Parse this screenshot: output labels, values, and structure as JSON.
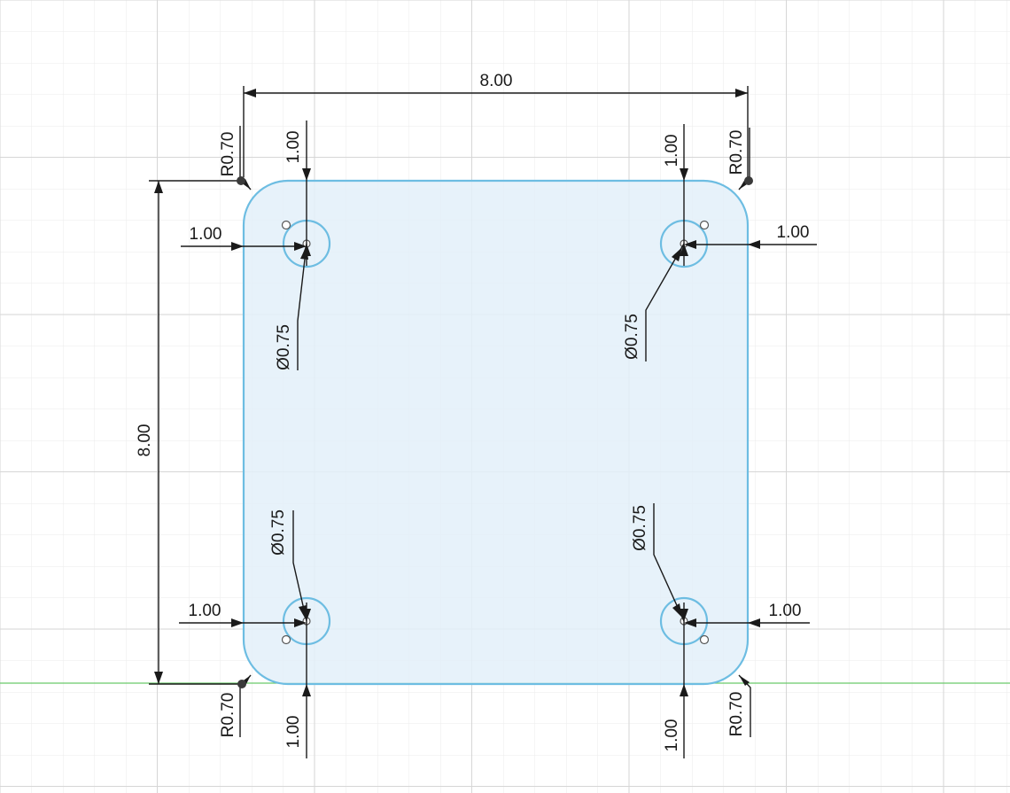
{
  "colors": {
    "grid_minor": "#ebebeb",
    "grid_major": "#d6d6d6",
    "profile_fill": "#e3f0f9",
    "profile_stroke": "#6dbde2",
    "origin_axis": "#6ac96a",
    "dimension": "#1a1a1a",
    "fixed_point": "#3a3a3a"
  },
  "dimensions": {
    "overall_width": "8.00",
    "overall_height": "8.00",
    "corner_radius_tl": "R0.70",
    "corner_radius_tr": "R0.70",
    "corner_radius_bl": "R0.70",
    "corner_radius_br": "R0.70",
    "hole_tl_offset_x": "1.00",
    "hole_tl_offset_y": "1.00",
    "hole_tr_offset_x": "1.00",
    "hole_tr_offset_y": "1.00",
    "hole_bl_offset_x": "1.00",
    "hole_bl_offset_y": "1.00",
    "hole_br_offset_x": "1.00",
    "hole_br_offset_y": "1.00",
    "hole_tl_diameter": "Ø0.75",
    "hole_tr_diameter": "Ø0.75",
    "hole_bl_diameter": "Ø0.75",
    "hole_br_diameter": "Ø0.75"
  }
}
